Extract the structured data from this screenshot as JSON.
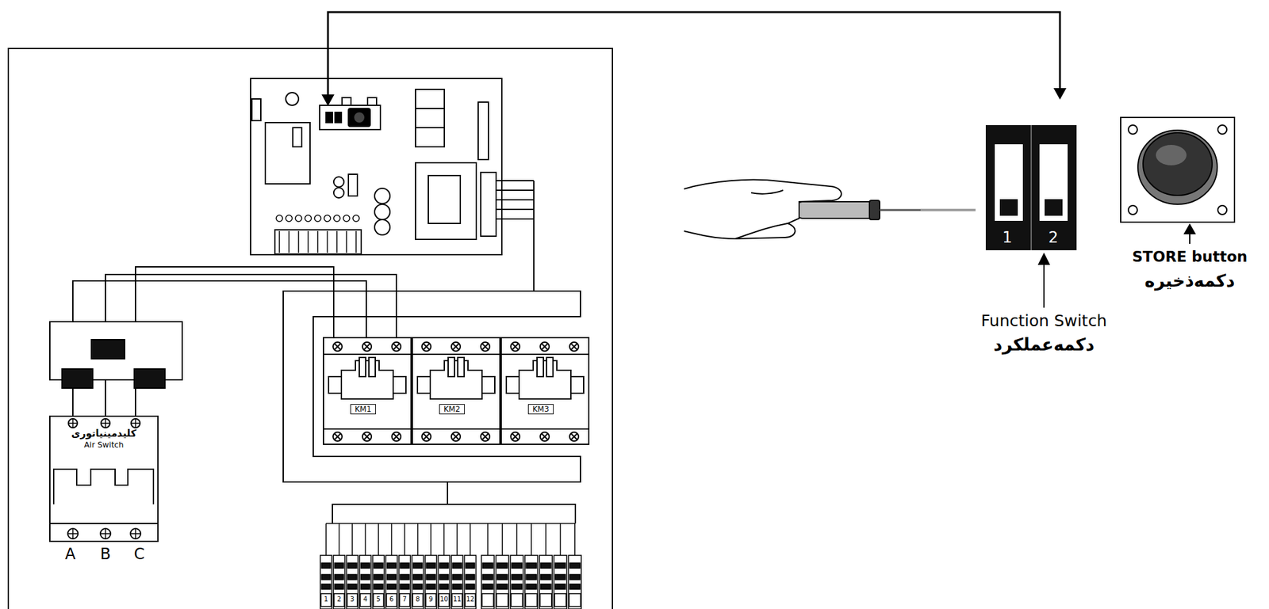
{
  "diagram": {
    "nodes": [
      {
        "text": [
          "کلیدمینیاتوری",
          "Air Switch"
        ]
      },
      {
        "text": [
          "KM1"
        ]
      },
      {
        "text": [
          "KM2"
        ]
      },
      {
        "text": [
          "KM3"
        ]
      },
      {
        "text": [
          "1",
          "2"
        ]
      }
    ],
    "labels": [
      "A",
      "B",
      "C",
      "1",
      "2",
      "3",
      "4",
      "5",
      "6",
      "7",
      "8",
      "9",
      "10",
      "11",
      "12",
      "Function Switch",
      "دکمه‌عملکرد",
      "STORE button",
      "دکمه‌ذخیره"
    ]
  }
}
